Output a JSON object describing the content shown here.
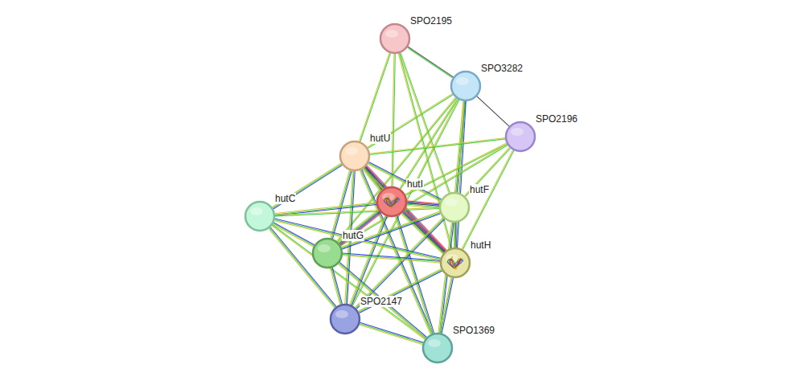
{
  "diagram": {
    "nodes": [
      {
        "text": [
          "SPO2195"
        ]
      },
      {
        "text": [
          "SPO3282"
        ]
      },
      {
        "text": [
          "SPO2196"
        ]
      },
      {
        "text": [
          "hutU"
        ]
      },
      {
        "text": [
          "hutI"
        ]
      },
      {
        "text": [
          "hutF"
        ]
      },
      {
        "text": [
          "hutC"
        ]
      },
      {
        "text": [
          "hutG"
        ]
      },
      {
        "text": [
          "hutH"
        ]
      },
      {
        "text": [
          "SPO2147"
        ]
      },
      {
        "text": [
          "SPO1369"
        ]
      }
    ],
    "edges": [
      {
        "from": 0,
        "to": 1,
        "arrow": "none"
      },
      {
        "from": 0,
        "to": 3,
        "arrow": "none"
      },
      {
        "from": 0,
        "to": 4,
        "arrow": "none"
      },
      {
        "from": 0,
        "to": 5,
        "arrow": "none"
      },
      {
        "from": 0,
        "to": 8,
        "arrow": "none"
      },
      {
        "from": 1,
        "to": 2,
        "arrow": "none"
      },
      {
        "from": 1,
        "to": 3,
        "arrow": "none"
      },
      {
        "from": 1,
        "to": 4,
        "arrow": "none"
      },
      {
        "from": 1,
        "to": 5,
        "arrow": "none"
      },
      {
        "from": 1,
        "to": 8,
        "arrow": "none"
      },
      {
        "from": 1,
        "to": 7,
        "arrow": "none"
      },
      {
        "from": 1,
        "to": 9,
        "arrow": "none"
      },
      {
        "from": 2,
        "to": 3,
        "arrow": "none"
      },
      {
        "from": 2,
        "to": 4,
        "arrow": "none"
      },
      {
        "from": 2,
        "to": 5,
        "arrow": "none"
      },
      {
        "from": 2,
        "to": 8,
        "arrow": "none"
      },
      {
        "from": 2,
        "to": 7,
        "arrow": "none"
      },
      {
        "from": 3,
        "to": 4,
        "arrow": "none"
      },
      {
        "from": 3,
        "to": 5,
        "arrow": "none"
      },
      {
        "from": 3,
        "to": 6,
        "arrow": "none"
      },
      {
        "from": 3,
        "to": 7,
        "arrow": "none"
      },
      {
        "from": 3,
        "to": 8,
        "arrow": "none"
      },
      {
        "from": 3,
        "to": 9,
        "arrow": "none"
      },
      {
        "from": 3,
        "to": 10,
        "arrow": "none"
      },
      {
        "from": 4,
        "to": 5,
        "arrow": "none"
      },
      {
        "from": 4,
        "to": 6,
        "arrow": "none"
      },
      {
        "from": 4,
        "to": 7,
        "arrow": "none"
      },
      {
        "from": 4,
        "to": 8,
        "arrow": "none"
      },
      {
        "from": 4,
        "to": 9,
        "arrow": "none"
      },
      {
        "from": 4,
        "to": 10,
        "arrow": "none"
      },
      {
        "from": 5,
        "to": 6,
        "arrow": "none"
      },
      {
        "from": 5,
        "to": 7,
        "arrow": "none"
      },
      {
        "from": 5,
        "to": 8,
        "arrow": "none"
      },
      {
        "from": 5,
        "to": 9,
        "arrow": "none"
      },
      {
        "from": 5,
        "to": 10,
        "arrow": "none"
      },
      {
        "from": 6,
        "to": 7,
        "arrow": "none"
      },
      {
        "from": 6,
        "to": 8,
        "arrow": "none"
      },
      {
        "from": 6,
        "to": 9,
        "arrow": "none"
      },
      {
        "from": 6,
        "to": 10,
        "arrow": "none"
      },
      {
        "from": 7,
        "to": 8,
        "arrow": "none"
      },
      {
        "from": 7,
        "to": 9,
        "arrow": "none"
      },
      {
        "from": 7,
        "to": 10,
        "arrow": "none"
      },
      {
        "from": 8,
        "to": 9,
        "arrow": "none"
      },
      {
        "from": 8,
        "to": 10,
        "arrow": "none"
      },
      {
        "from": 9,
        "to": 10,
        "arrow": "none"
      }
    ]
  }
}
